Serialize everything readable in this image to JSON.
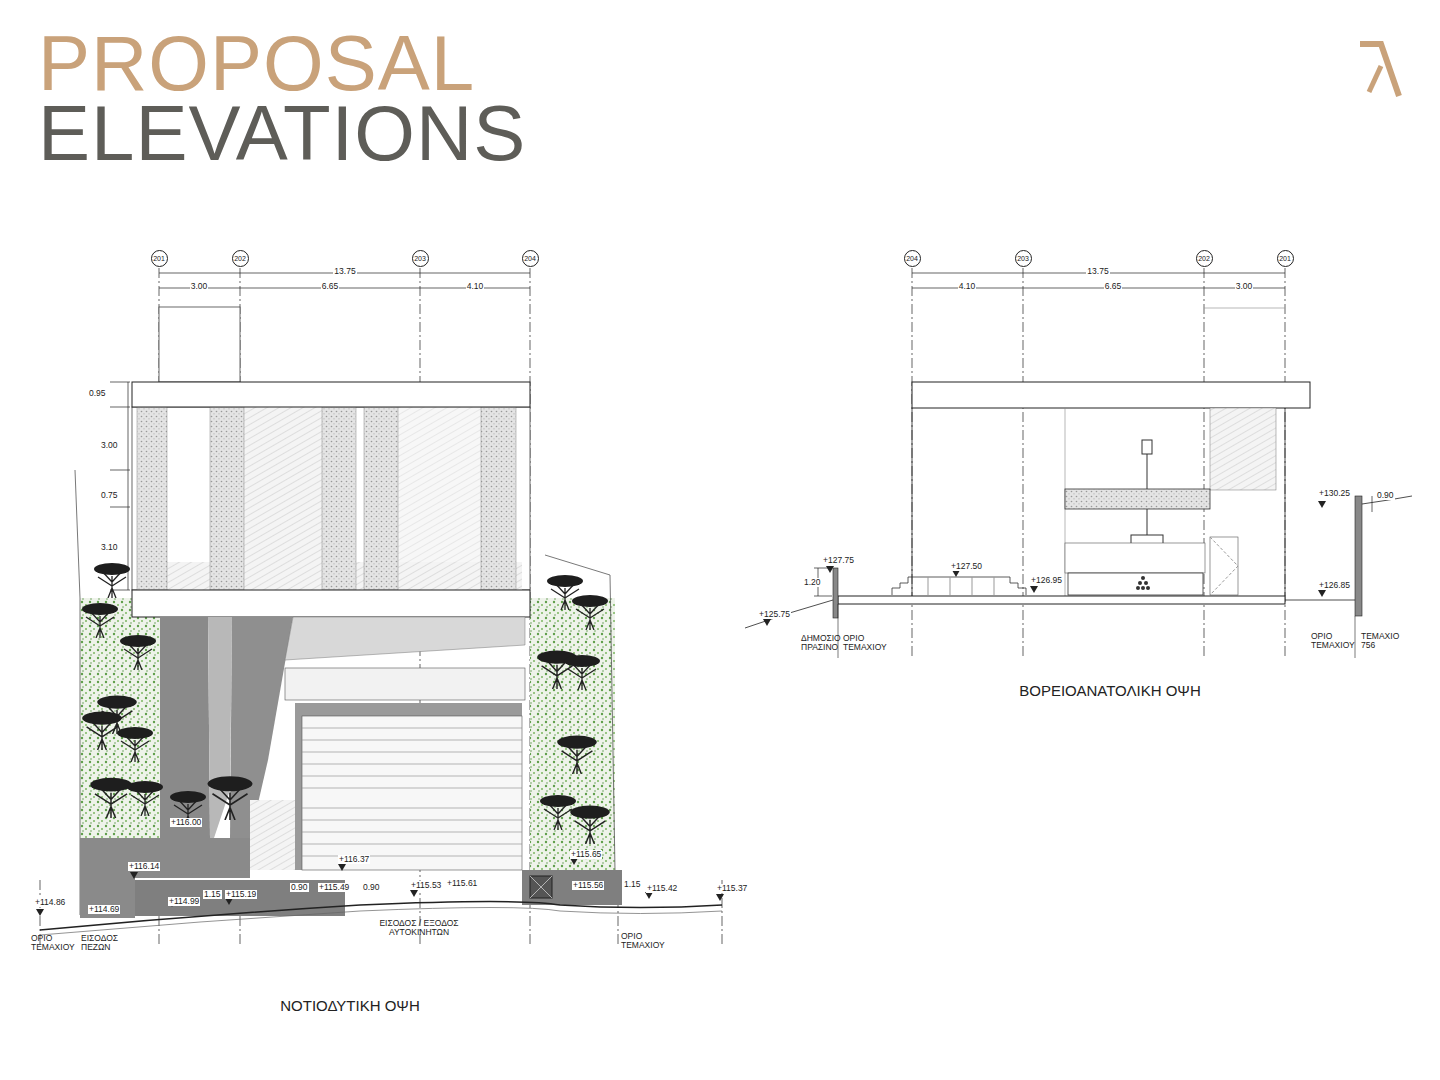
{
  "diagram": {
    "title": "PROPOSAL ELEVATIONS",
    "nodes": [
      {
        "text": [
          "201"
        ]
      },
      {
        "text": [
          "202"
        ]
      },
      {
        "text": [
          "203"
        ]
      },
      {
        "text": [
          "204"
        ]
      },
      {
        "text": [
          "204"
        ]
      },
      {
        "text": [
          "203"
        ]
      },
      {
        "text": [
          "202"
        ]
      },
      {
        "text": [
          "201"
        ]
      }
    ],
    "labels": [
      "13.75",
      "3.00",
      "6.65",
      "4.10",
      "0.95",
      "3.00",
      "0.75",
      "3.10",
      "+116.00",
      "+116.14",
      "+116.37",
      "+115.65",
      "+114.86",
      "+114.69",
      "+114.99",
      "1.15",
      "+115.19",
      "0.90",
      "+115.49",
      "0.90",
      "+115.53",
      "+115.61",
      "+115.56",
      "1.15",
      "+115.42",
      "+115.37",
      "ΟΡΙΟ ΤΕΜΑΧΙΟΥ",
      "ΕΙΣΟΔΟΣ ΠΕΖΩΝ",
      "ΕΙΣΟΔΟΣ / ΕΞΟΔΟΣ ΑΥΤΟΚΙΝΗΤΩΝ",
      "ΟΡΙΟ ΤΕΜΑΧΙΟΥ",
      "ΝΟΤΙΟΔΥΤΙΚΗ ΟΨΗ",
      "13.75",
      "4.10",
      "6.65",
      "3.00",
      "+127.75",
      "1.20",
      "+125.75",
      "+127.50",
      "+126.95",
      "+130.25",
      "0.90",
      "+126.85",
      "ΔΗΜΟΣΙΟ ΠΡΑΣΙΝΟ",
      "ΟΡΙΟ ΤΕΜΑΧΙΟΥ",
      "ΟΡΙΟ ΤΕΜΑΧΙΟΥ",
      "ΤΕΜΑΧΙΟ 756",
      "ΒΟΡΕΙΟΑΝΑΤΟΛΙΚΗ ΟΨΗ"
    ]
  }
}
